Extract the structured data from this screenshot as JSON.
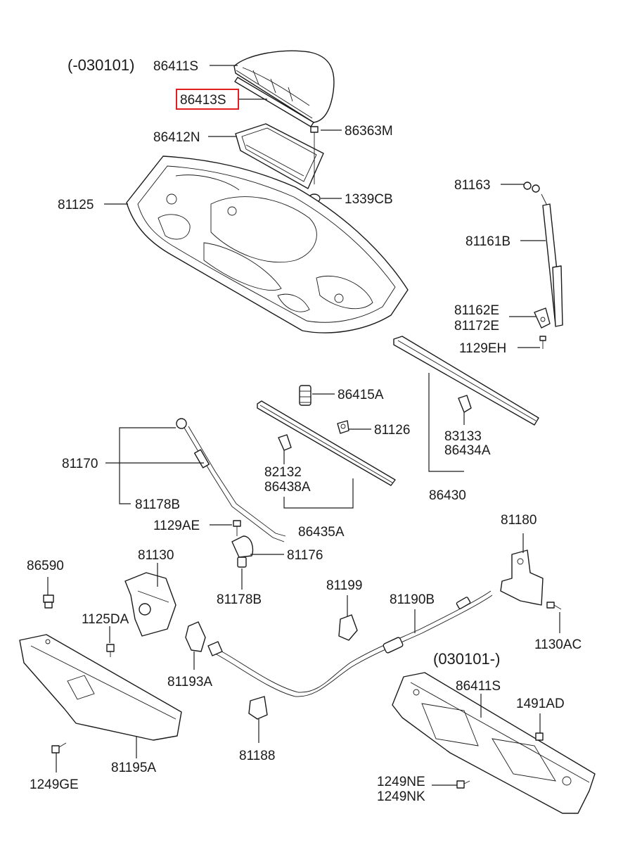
{
  "colors": {
    "highlight": "#e02020",
    "ink": "#1a1a1a"
  },
  "highlighted_part": "86413S",
  "labels": {
    "date_before": "(-030101)",
    "date_after": "(030101-)",
    "p86411S_top": "86411S",
    "p86413S": "86413S",
    "p86412N": "86412N",
    "p86363M": "86363M",
    "p1339CB": "1339CB",
    "p81125": "81125",
    "p81163": "81163",
    "p81161B": "81161B",
    "p81162E": "81162E",
    "p81172E": "81172E",
    "p1129EH": "1129EH",
    "p86415A": "86415A",
    "p81126": "81126",
    "p83133": "83133",
    "p86434A": "86434A",
    "p82132": "82132",
    "p86438A": "86438A",
    "p86430": "86430",
    "p86435A": "86435A",
    "p81170": "81170",
    "p81178B_top": "81178B",
    "p1129AE": "1129AE",
    "p81176": "81176",
    "p81178B_bottom": "81178B",
    "p81180": "81180",
    "p86590": "86590",
    "p81130": "81130",
    "p81199": "81199",
    "p81190B": "81190B",
    "p1125DA": "1125DA",
    "p1130AC": "1130AC",
    "p81193A": "81193A",
    "p86411S_bottom": "86411S",
    "p1491AD": "1491AD",
    "p81188": "81188",
    "p81195A": "81195A",
    "p1249GE": "1249GE",
    "p1249NE": "1249NE",
    "p1249NK": "1249NK"
  }
}
